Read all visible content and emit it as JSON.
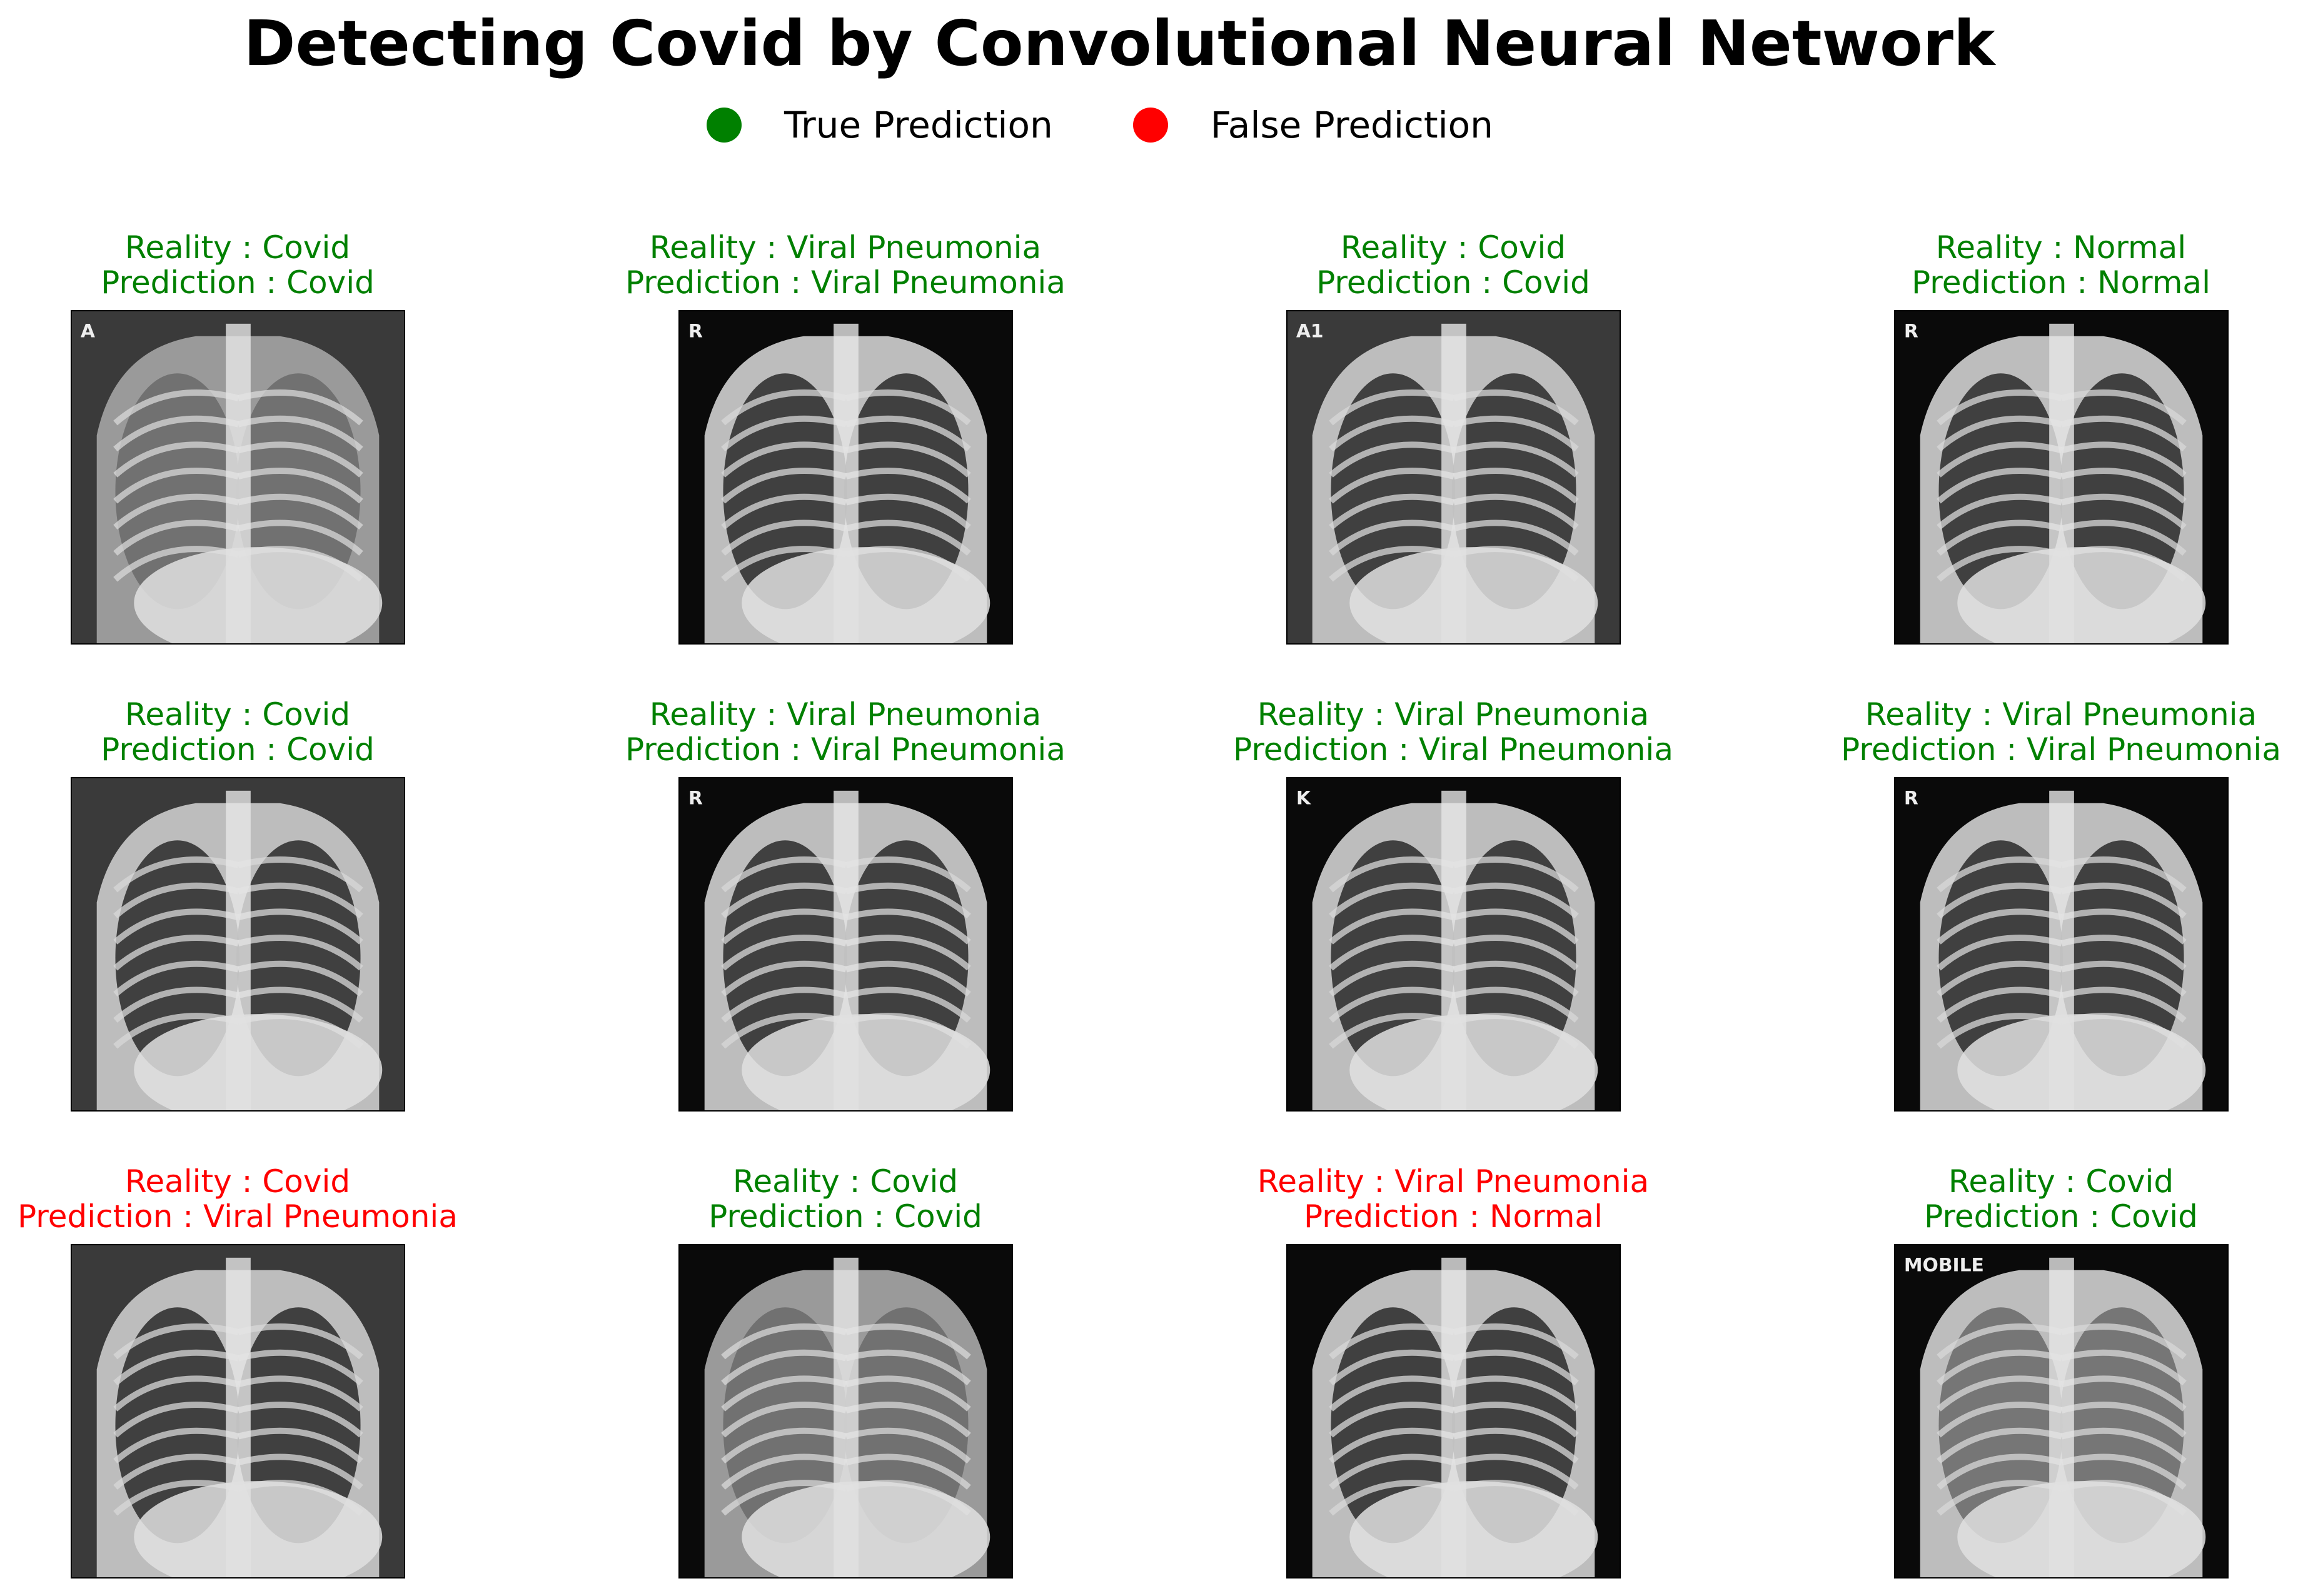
{
  "title": "Detecting Covid by Convolutional Neural Network",
  "legend": [
    {
      "label": "True Prediction",
      "color": "#008000"
    },
    {
      "label": "False Prediction",
      "color": "#ff0000"
    }
  ],
  "colors": {
    "true": "#008000",
    "false": "#ff0000"
  },
  "panels": [
    {
      "reality": "Reality : Covid",
      "prediction": "Prediction : Covid",
      "correct": true,
      "marker": "A"
    },
    {
      "reality": "Reality : Viral Pneumonia",
      "prediction": "Prediction : Viral Pneumonia",
      "correct": true,
      "marker": "R"
    },
    {
      "reality": "Reality : Covid",
      "prediction": "Prediction : Covid",
      "correct": true,
      "marker": "A1"
    },
    {
      "reality": "Reality : Normal",
      "prediction": "Prediction : Normal",
      "correct": true,
      "marker": "R"
    },
    {
      "reality": "Reality : Covid",
      "prediction": "Prediction : Covid",
      "correct": true,
      "marker": ""
    },
    {
      "reality": "Reality : Viral Pneumonia",
      "prediction": "Prediction : Viral Pneumonia",
      "correct": true,
      "marker": "R"
    },
    {
      "reality": "Reality : Viral Pneumonia",
      "prediction": "Prediction : Viral Pneumonia",
      "correct": true,
      "marker": "K"
    },
    {
      "reality": "Reality : Viral Pneumonia",
      "prediction": "Prediction : Viral Pneumonia",
      "correct": true,
      "marker": "R"
    },
    {
      "reality": "Reality : Covid",
      "prediction": "Prediction : Viral Pneumonia",
      "correct": false,
      "marker": ""
    },
    {
      "reality": "Reality : Covid",
      "prediction": "Prediction : Covid",
      "correct": true,
      "marker": ""
    },
    {
      "reality": "Reality : Viral Pneumonia",
      "prediction": "Prediction : Normal",
      "correct": false,
      "marker": ""
    },
    {
      "reality": "Reality : Covid",
      "prediction": "Prediction : Covid",
      "correct": true,
      "marker": "MOBILE"
    }
  ]
}
